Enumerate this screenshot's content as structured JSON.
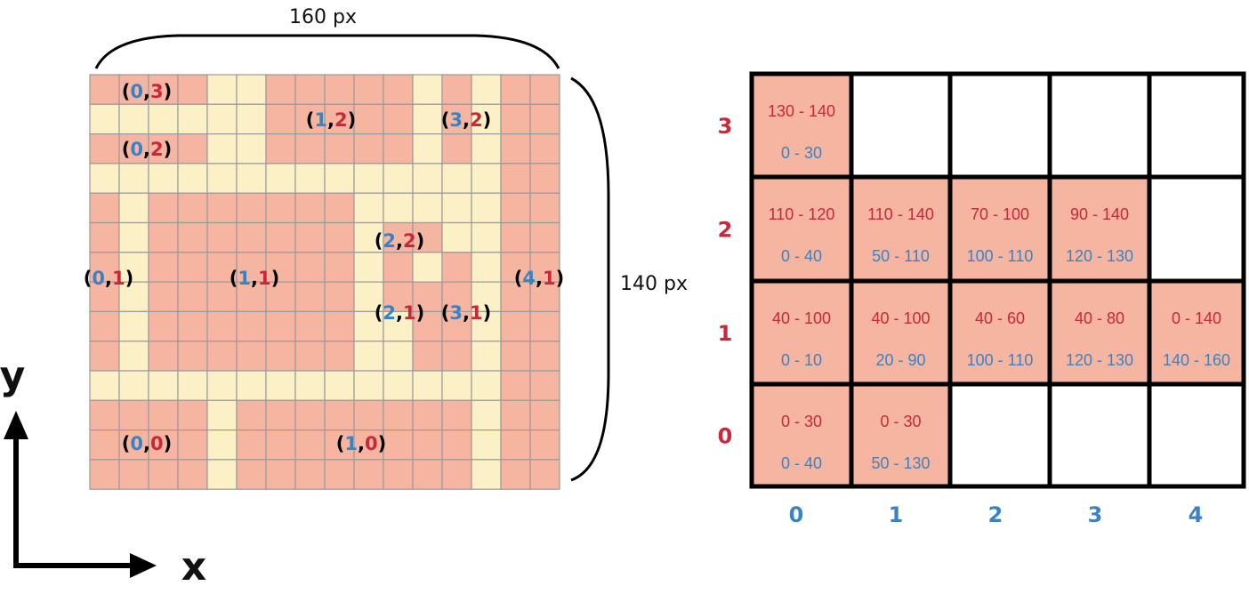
{
  "colors": {
    "salmon": "#f5b5a0",
    "cream": "#fcf1c6",
    "grid_line": "#9a9a9a",
    "black": "#000000",
    "blue": "#3a82c4",
    "red": "#c8283a"
  },
  "left_panel": {
    "width_label": "160 px",
    "height_label": "140 px",
    "cols": 16,
    "rows": 14,
    "cream_cells": [
      [
        4,
        0
      ],
      [
        5,
        0
      ],
      [
        11,
        0
      ],
      [
        13,
        0
      ],
      [
        0,
        1
      ],
      [
        1,
        1
      ],
      [
        2,
        1
      ],
      [
        3,
        1
      ],
      [
        4,
        1
      ],
      [
        5,
        1
      ],
      [
        11,
        1
      ],
      [
        13,
        1
      ],
      [
        4,
        2
      ],
      [
        5,
        2
      ],
      [
        11,
        2
      ],
      [
        13,
        2
      ],
      [
        0,
        3
      ],
      [
        1,
        3
      ],
      [
        2,
        3
      ],
      [
        3,
        3
      ],
      [
        4,
        3
      ],
      [
        5,
        3
      ],
      [
        6,
        3
      ],
      [
        7,
        3
      ],
      [
        8,
        3
      ],
      [
        9,
        3
      ],
      [
        10,
        3
      ],
      [
        11,
        3
      ],
      [
        12,
        3
      ],
      [
        13,
        3
      ],
      [
        1,
        4
      ],
      [
        9,
        4
      ],
      [
        10,
        4
      ],
      [
        11,
        4
      ],
      [
        12,
        4
      ],
      [
        13,
        4
      ],
      [
        1,
        5
      ],
      [
        9,
        5
      ],
      [
        12,
        5
      ],
      [
        13,
        5
      ],
      [
        1,
        6
      ],
      [
        9,
        6
      ],
      [
        11,
        6
      ],
      [
        13,
        6
      ],
      [
        1,
        7
      ],
      [
        9,
        7
      ],
      [
        13,
        7
      ],
      [
        1,
        8
      ],
      [
        9,
        8
      ],
      [
        10,
        8
      ],
      [
        13,
        8
      ],
      [
        1,
        9
      ],
      [
        9,
        9
      ],
      [
        10,
        9
      ],
      [
        13,
        9
      ],
      [
        0,
        10
      ],
      [
        1,
        10
      ],
      [
        2,
        10
      ],
      [
        3,
        10
      ],
      [
        4,
        10
      ],
      [
        5,
        10
      ],
      [
        6,
        10
      ],
      [
        7,
        10
      ],
      [
        8,
        10
      ],
      [
        9,
        10
      ],
      [
        10,
        10
      ],
      [
        11,
        10
      ],
      [
        12,
        10
      ],
      [
        13,
        10
      ],
      [
        4,
        11
      ],
      [
        13,
        11
      ],
      [
        4,
        12
      ],
      [
        13,
        12
      ],
      [
        4,
        13
      ],
      [
        13,
        13
      ]
    ],
    "coordinate_labels": [
      {
        "x": "0",
        "y": "3"
      },
      {
        "x": "1",
        "y": "2"
      },
      {
        "x": "3",
        "y": "2"
      },
      {
        "x": "0",
        "y": "2"
      },
      {
        "x": "2",
        "y": "2"
      },
      {
        "x": "0",
        "y": "1"
      },
      {
        "x": "1",
        "y": "1"
      },
      {
        "x": "4",
        "y": "1"
      },
      {
        "x": "2",
        "y": "1"
      },
      {
        "x": "3",
        "y": "1"
      },
      {
        "x": "0",
        "y": "0"
      },
      {
        "x": "1",
        "y": "0"
      }
    ]
  },
  "axes": {
    "x_label": "x",
    "y_label": "y"
  },
  "right_table": {
    "row_labels": [
      "3",
      "2",
      "1",
      "0"
    ],
    "col_labels": [
      "0",
      "1",
      "2",
      "3",
      "4"
    ],
    "rows": [
      [
        {
          "filled": true,
          "y_range": "130 - 140",
          "x_range": "0 - 30"
        },
        {
          "filled": false
        },
        {
          "filled": false
        },
        {
          "filled": false
        },
        {
          "filled": false
        }
      ],
      [
        {
          "filled": true,
          "y_range": "110 - 120",
          "x_range": "0 - 40"
        },
        {
          "filled": true,
          "y_range": "110 - 140",
          "x_range": "50 - 110"
        },
        {
          "filled": true,
          "y_range": "70 - 100",
          "x_range": "100 - 110"
        },
        {
          "filled": true,
          "y_range": "90 - 140",
          "x_range": "120 - 130"
        },
        {
          "filled": false
        }
      ],
      [
        {
          "filled": true,
          "y_range": "40 - 100",
          "x_range": "0 - 10"
        },
        {
          "filled": true,
          "y_range": "40 - 100",
          "x_range": "20 - 90"
        },
        {
          "filled": true,
          "y_range": "40 - 60",
          "x_range": "100 - 110"
        },
        {
          "filled": true,
          "y_range": "40 - 80",
          "x_range": "120 - 130"
        },
        {
          "filled": true,
          "y_range": "0 - 140",
          "x_range": "140 - 160"
        }
      ],
      [
        {
          "filled": true,
          "y_range": "0 - 30",
          "x_range": "0 - 40"
        },
        {
          "filled": true,
          "y_range": "0 - 30",
          "x_range": "50 - 130"
        },
        {
          "filled": false
        },
        {
          "filled": false
        },
        {
          "filled": false
        }
      ]
    ]
  }
}
